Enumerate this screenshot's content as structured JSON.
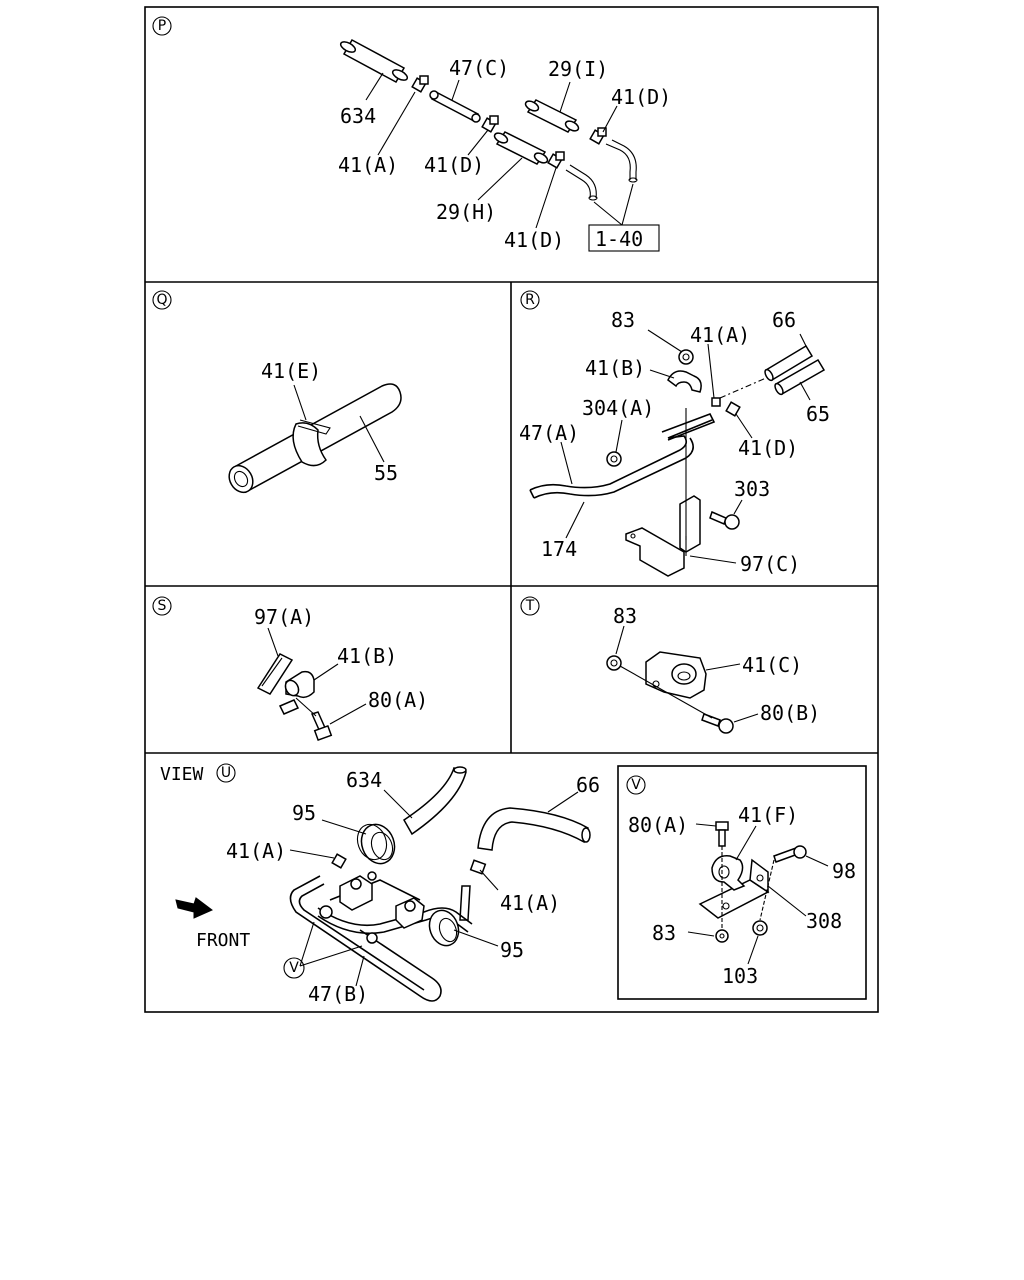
{
  "panels": {
    "P": {
      "letter": "P",
      "labels": {
        "l634": "634",
        "l47c": "47(C)",
        "l29i": "29(I)",
        "l41d_a": "41(D)",
        "l41a": "41(A)",
        "l41d_b": "41(D)",
        "l29h": "29(H)",
        "l41d_c": "41(D)",
        "ref": "1-40"
      }
    },
    "Q": {
      "letter": "Q",
      "labels": {
        "l41e": "41(E)",
        "l55": "55"
      }
    },
    "R": {
      "letter": "R",
      "labels": {
        "l83": "83",
        "l41a": "41(A)",
        "l66": "66",
        "l41b": "41(B)",
        "l304a": "304(A)",
        "l47a": "47(A)",
        "l65": "65",
        "l41d": "41(D)",
        "l303": "303",
        "l174": "174",
        "l97c": "97(C)"
      }
    },
    "S": {
      "letter": "S",
      "labels": {
        "l97a": "97(A)",
        "l41b": "41(B)",
        "l80a": "80(A)"
      }
    },
    "T": {
      "letter": "T",
      "labels": {
        "l83": "83",
        "l41c": "41(C)",
        "l80b": "80(B)"
      }
    },
    "U": {
      "view_text": "VIEW",
      "letter": "U",
      "front_text": "FRONT",
      "labels": {
        "l634": "634",
        "l66": "66",
        "l95_a": "95",
        "l41a_a": "41(A)",
        "l41a_b": "41(A)",
        "l95_b": "95",
        "lv": "V",
        "l47b": "47(B)"
      }
    },
    "V": {
      "letter": "V",
      "labels": {
        "l80a": "80(A)",
        "l41f": "41(F)",
        "l98": "98",
        "l308": "308",
        "l83": "83",
        "l103": "103"
      }
    }
  }
}
